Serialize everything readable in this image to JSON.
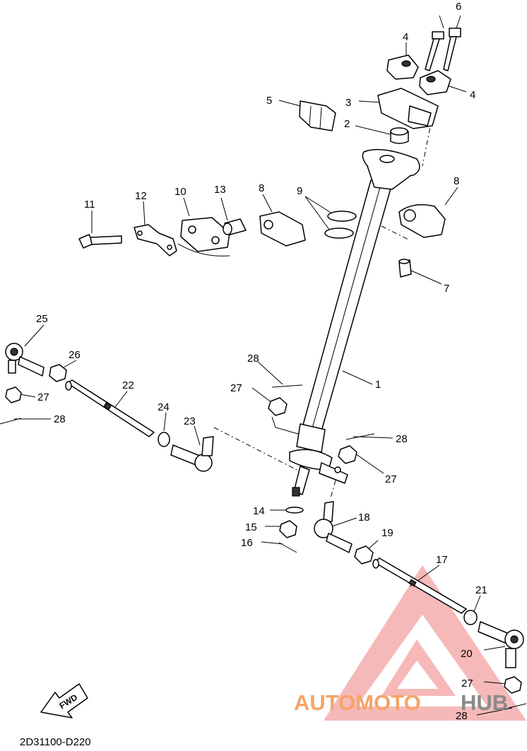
{
  "diagram": {
    "code": "2D31100-D220",
    "fwd_label": "FWD",
    "watermark": {
      "word_main": "AUTOMOTO",
      "word_end": "HUB",
      "color_main": "#f5a46a",
      "color_end": "#8a8a8a",
      "triangle_color": "#f08a8a"
    },
    "callouts": [
      {
        "id": "c6",
        "text": "6"
      },
      {
        "id": "c4a",
        "text": "4"
      },
      {
        "id": "c4b",
        "text": "4"
      },
      {
        "id": "c5",
        "text": "5"
      },
      {
        "id": "c3",
        "text": "3"
      },
      {
        "id": "c2",
        "text": "2"
      },
      {
        "id": "c8a",
        "text": "8"
      },
      {
        "id": "c8b",
        "text": "8"
      },
      {
        "id": "c9",
        "text": "9"
      },
      {
        "id": "c13",
        "text": "13"
      },
      {
        "id": "c10",
        "text": "10"
      },
      {
        "id": "c12",
        "text": "12"
      },
      {
        "id": "c11",
        "text": "11"
      },
      {
        "id": "c7",
        "text": "7"
      },
      {
        "id": "c25",
        "text": "25"
      },
      {
        "id": "c26",
        "text": "26"
      },
      {
        "id": "c27a",
        "text": "27"
      },
      {
        "id": "c28a",
        "text": "28"
      },
      {
        "id": "c22",
        "text": "22"
      },
      {
        "id": "c24",
        "text": "24"
      },
      {
        "id": "c23",
        "text": "23"
      },
      {
        "id": "c28b",
        "text": "28"
      },
      {
        "id": "c27b",
        "text": "27"
      },
      {
        "id": "c1",
        "text": "1"
      },
      {
        "id": "c28c",
        "text": "28"
      },
      {
        "id": "c27c",
        "text": "27"
      },
      {
        "id": "c14",
        "text": "14"
      },
      {
        "id": "c15",
        "text": "15"
      },
      {
        "id": "c16",
        "text": "16"
      },
      {
        "id": "c18",
        "text": "18"
      },
      {
        "id": "c19",
        "text": "19"
      },
      {
        "id": "c17",
        "text": "17"
      },
      {
        "id": "c21",
        "text": "21"
      },
      {
        "id": "c20",
        "text": "20"
      },
      {
        "id": "c27d",
        "text": "27"
      },
      {
        "id": "c28d",
        "text": "28"
      }
    ]
  }
}
